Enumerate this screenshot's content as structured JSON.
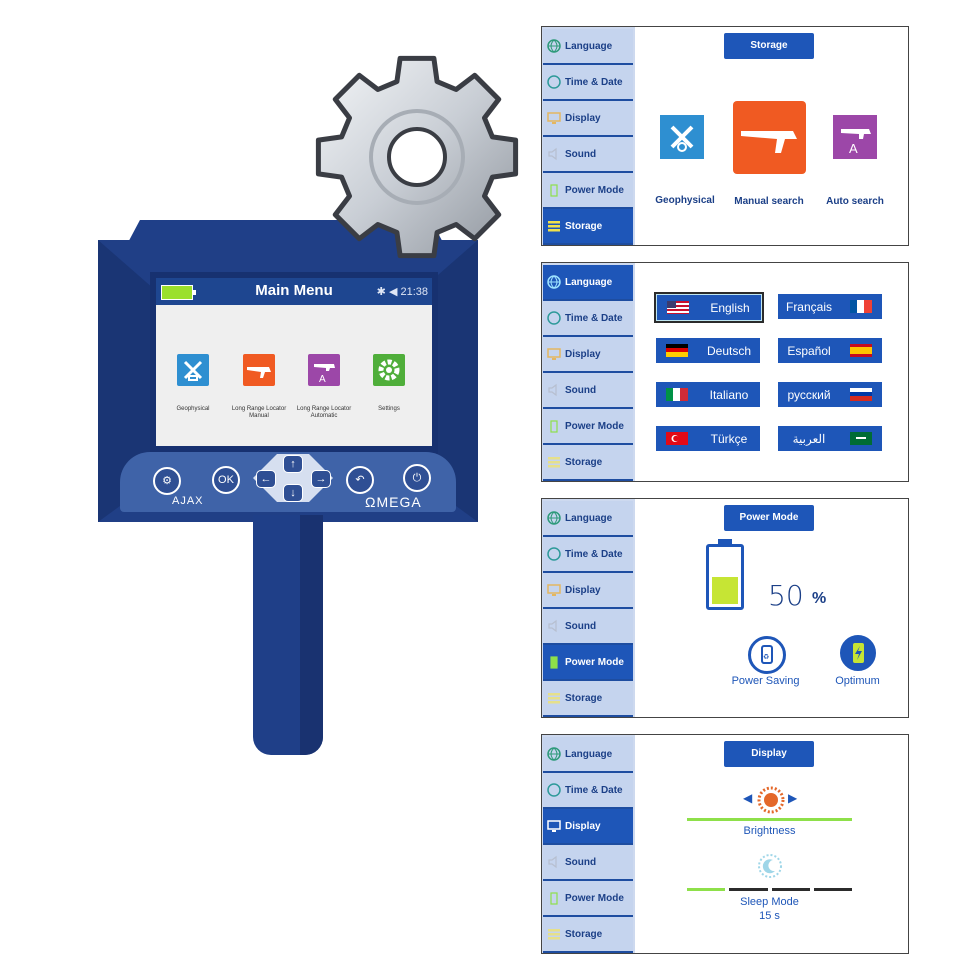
{
  "device": {
    "screen_title": "Main Menu",
    "status_time": "21:38",
    "apps": [
      {
        "label": "Geophysical",
        "color": "#2e8fd1",
        "icon": "hammers-icon"
      },
      {
        "label": "Long Range Locator Manual",
        "color": "#f05a22",
        "icon": "locator-icon"
      },
      {
        "label": "Long Range Locator Automatic",
        "color": "#9c47a8",
        "icon": "locator-auto-icon"
      },
      {
        "label": "Settings",
        "color": "#4fae3a",
        "icon": "gear-icon"
      }
    ],
    "buttons": {
      "ok": "OK"
    },
    "brand_left": "AJAX",
    "brand_right": "ΩMEGA"
  },
  "sidebar": [
    "Language",
    "Time & Date",
    "Display",
    "Sound",
    "Power Mode",
    "Storage"
  ],
  "storage_panel": {
    "title": "Storage",
    "options": [
      {
        "label": "Geophysical",
        "color": "#2e8fd1"
      },
      {
        "label": "Manual search",
        "color": "#f05a22"
      },
      {
        "label": "Auto search",
        "color": "#9c47a8"
      }
    ]
  },
  "language_panel": {
    "languages": [
      {
        "label": "English",
        "flag": "us",
        "selected": true
      },
      {
        "label": "Français",
        "flag": "fr"
      },
      {
        "label": "Deutsch",
        "flag": "de"
      },
      {
        "label": "Español",
        "flag": "es"
      },
      {
        "label": "Italiano",
        "flag": "it"
      },
      {
        "label": "русский",
        "flag": "ru"
      },
      {
        "label": "Türkçe",
        "flag": "tr"
      },
      {
        "label": "العربية",
        "flag": "sa"
      }
    ]
  },
  "power_panel": {
    "title": "Power Mode",
    "percent_value": "50",
    "percent_unit": "%",
    "battery_level": 0.5,
    "modes": [
      "Power Saving",
      "Optimum"
    ]
  },
  "display_panel": {
    "title": "Display",
    "brightness_label": "Brightness",
    "sleep_label": "Sleep Mode",
    "sleep_value": "15 s",
    "sleep_level": 0.25
  },
  "colors": {
    "accent": "#1e56b8",
    "sidebar": "#c5d4ee",
    "green": "#8ee04a",
    "device": "#203f86"
  }
}
